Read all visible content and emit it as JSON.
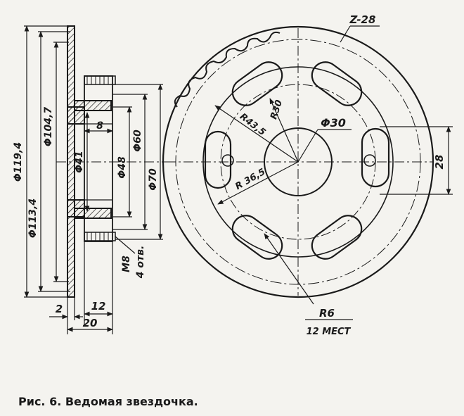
{
  "colors": {
    "ink": "#1a1a1a",
    "paper": "#f4f3ef"
  },
  "caption": "Рис. 6. Ведомая звездочка.",
  "labels": {
    "teeth": "Z-28",
    "r30": "R30",
    "d30": "Φ30",
    "r43": "R43,5",
    "r36": "R 36,5",
    "r6": "R6",
    "places": "12 МЕСТ",
    "w28": "28",
    "d119": "Φ119,4",
    "d113": "Φ113,4",
    "d104": "Φ104,7",
    "d41": "Φ41",
    "d48": "Φ48",
    "d60": "Φ60",
    "d70": "Φ70",
    "m8": "М8",
    "holes": "4 отв.",
    "w8": "8",
    "w2": "2",
    "w12": "12",
    "w20": "20"
  }
}
